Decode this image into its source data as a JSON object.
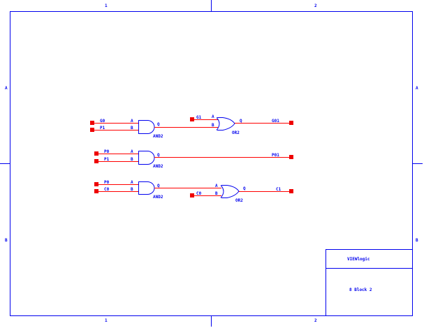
{
  "border": {
    "columns": [
      "1",
      "2"
    ],
    "rows": [
      "A",
      "B"
    ]
  },
  "title_block": {
    "company": "VIEWlogic",
    "title": "8 Block 2"
  },
  "gates": [
    {
      "type": "AND2",
      "inputs": [
        "A",
        "B"
      ],
      "output": "Q"
    },
    {
      "type": "OR2",
      "inputs": [
        "A",
        "B"
      ],
      "output": "Q"
    },
    {
      "type": "AND2",
      "inputs": [
        "A",
        "B"
      ],
      "output": "Q"
    },
    {
      "type": "AND2",
      "inputs": [
        "A",
        "B"
      ],
      "output": "Q"
    },
    {
      "type": "OR2",
      "inputs": [
        "A",
        "B"
      ],
      "output": "Q"
    }
  ],
  "nets": {
    "r1_in_a": "G0",
    "r1_in_b": "P1",
    "r1_or_in": "G1",
    "r1_out": "G01",
    "r2_in_a": "P0",
    "r2_in_b": "P1",
    "r2_out": "P01",
    "r3_in_a": "P0",
    "r3_in_b": "C0",
    "r3_or_in": "C0",
    "r3_out": "C1"
  },
  "colors": {
    "frame": "#0000ee",
    "wire": "#ff0000"
  }
}
